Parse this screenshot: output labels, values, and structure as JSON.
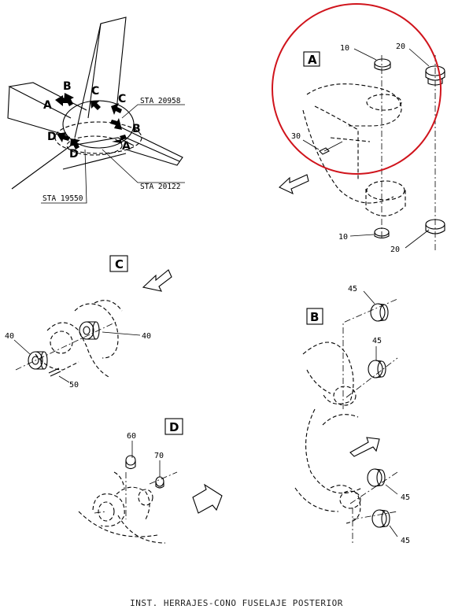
{
  "caption": "INST. HERRAJES-CONO FUSELAJE POSTERIOR",
  "overview": {
    "stations": [
      "STA 20958",
      "STA 20122",
      "STA 19550"
    ],
    "arrow_letters": [
      "A",
      "B",
      "C",
      "C",
      "B",
      "A",
      "D",
      "D"
    ]
  },
  "views": {
    "A": {
      "label": "A",
      "callouts": [
        "10",
        "20",
        "30",
        "10",
        "20"
      ]
    },
    "B": {
      "label": "B",
      "callouts": [
        "45",
        "45",
        "45",
        "45"
      ]
    },
    "C": {
      "label": "C",
      "callouts": [
        "40",
        "40",
        "50"
      ]
    },
    "D": {
      "label": "D",
      "callouts": [
        "60",
        "70"
      ]
    }
  },
  "colors": {
    "highlight_circle": "#d0141c",
    "line": "#000000"
  }
}
